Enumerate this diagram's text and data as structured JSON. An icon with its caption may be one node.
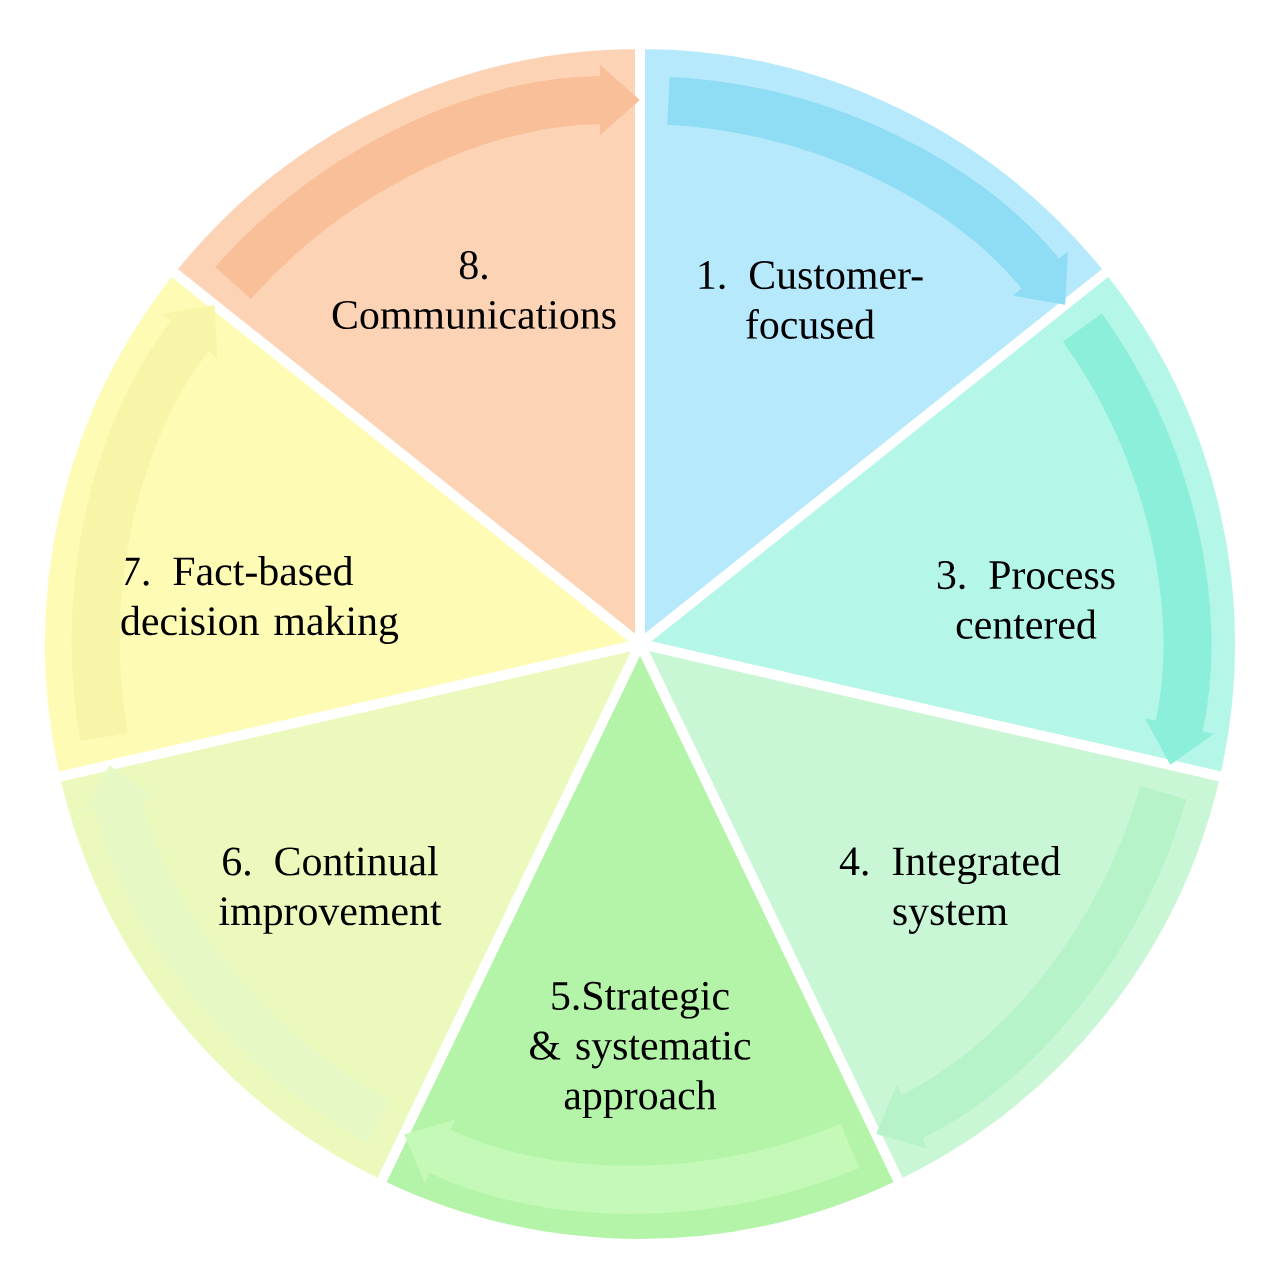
{
  "diagram": {
    "nodes": [
      {
        "text": [
          "1. Customer-focused"
        ]
      },
      {
        "text": [
          "3. Process centered"
        ]
      },
      {
        "text": [
          "4. Integrated system"
        ]
      },
      {
        "text": [
          "5.Strategic & systematic approach"
        ]
      },
      {
        "text": [
          "6. Continual improvement"
        ]
      },
      {
        "text": [
          "7. Fact-based decision making"
        ]
      },
      {
        "text": [
          "8. Communications"
        ]
      }
    ],
    "edges": [
      {
        "from": 0,
        "to": 1,
        "arrow": "to",
        "color": "#8fdcf5"
      },
      {
        "from": 1,
        "to": 2,
        "arrow": "to",
        "color": "#8cefd9"
      },
      {
        "from": 2,
        "to": 3,
        "arrow": "to",
        "color": "#b6f3c8"
      },
      {
        "from": 3,
        "to": 4,
        "arrow": "to",
        "color": "#c4f9b8"
      },
      {
        "from": 4,
        "to": 5,
        "arrow": "to",
        "color": "#e6f8c4"
      },
      {
        "from": 5,
        "to": 6,
        "arrow": "to",
        "color": "#f8f5a8"
      },
      {
        "from": 6,
        "to": 0,
        "arrow": "to",
        "color": "#f9bf98"
      }
    ]
  }
}
